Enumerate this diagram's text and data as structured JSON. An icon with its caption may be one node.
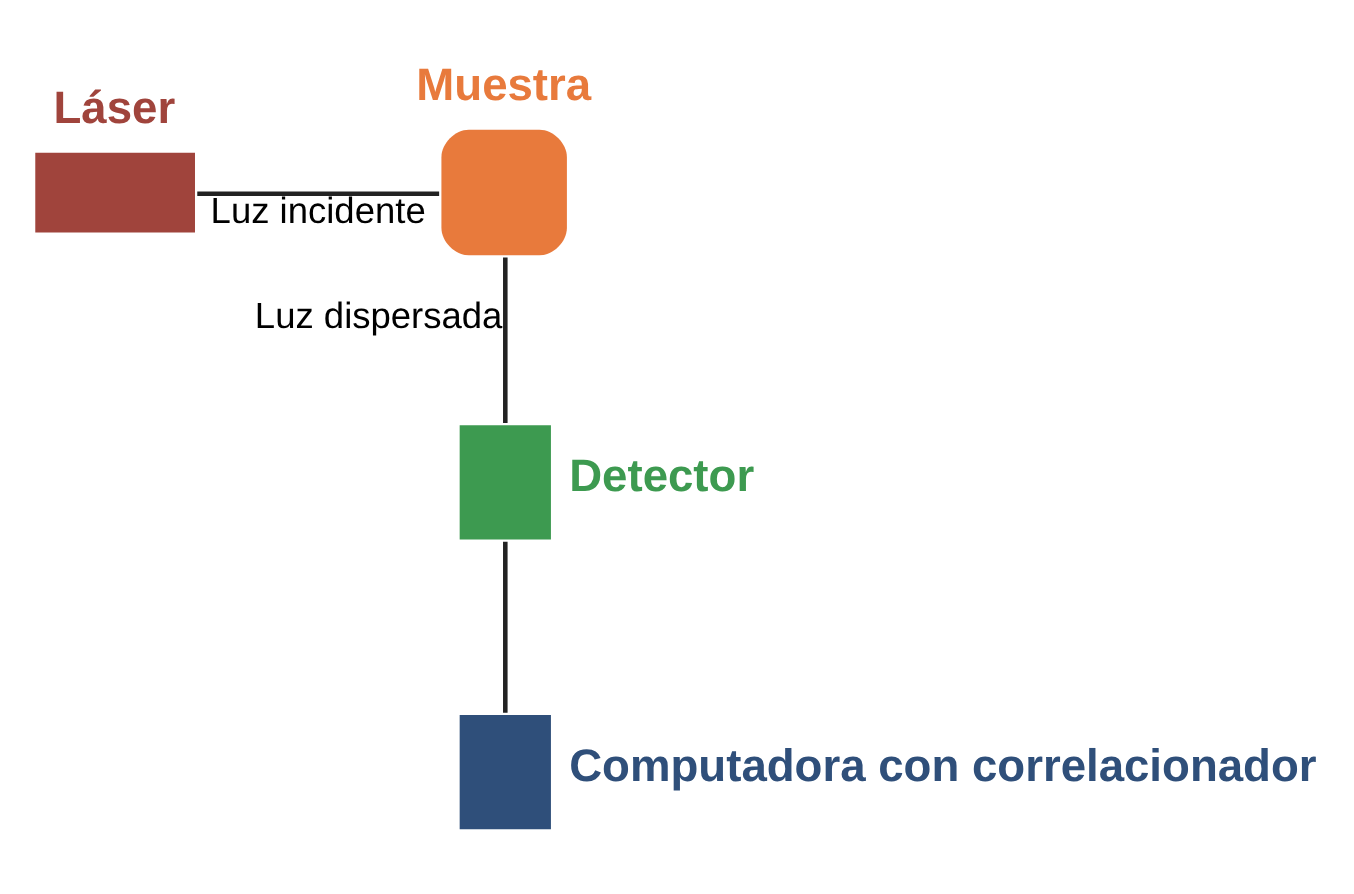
{
  "diagram": {
    "nodes": [
      {
        "text": [
          "Láser"
        ]
      },
      {
        "text": [
          "Muestra"
        ]
      },
      {
        "text": [
          "Detector"
        ]
      },
      {
        "text": [
          "Computadora con correlacionador"
        ]
      }
    ],
    "edges": [
      {
        "from": 0,
        "to": 1,
        "arrow": "none",
        "label": "Luz incidente"
      },
      {
        "from": 1,
        "to": 2,
        "arrow": "none",
        "label": "Luz dispersada"
      },
      {
        "from": 2,
        "to": 3,
        "arrow": "none"
      }
    ]
  }
}
